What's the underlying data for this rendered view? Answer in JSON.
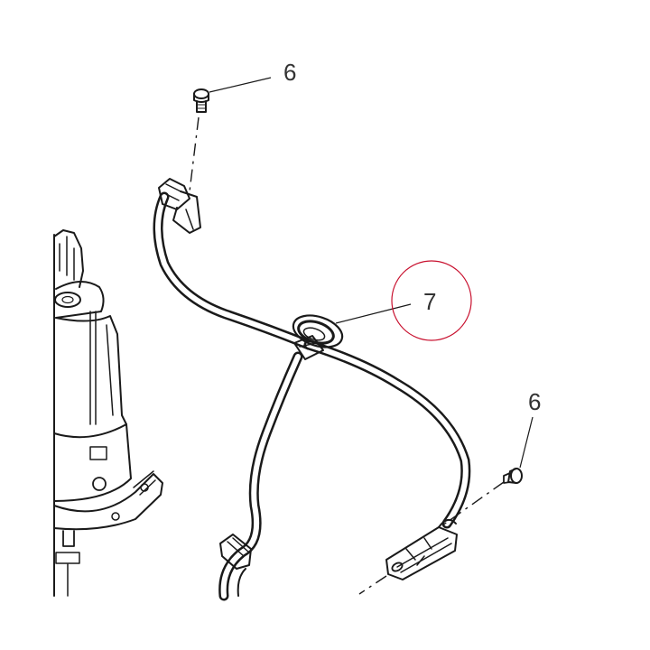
{
  "callouts": {
    "bolt_top": "6",
    "grommet": "7",
    "bolt_right": "6"
  },
  "highlight_color": "#c8102e"
}
